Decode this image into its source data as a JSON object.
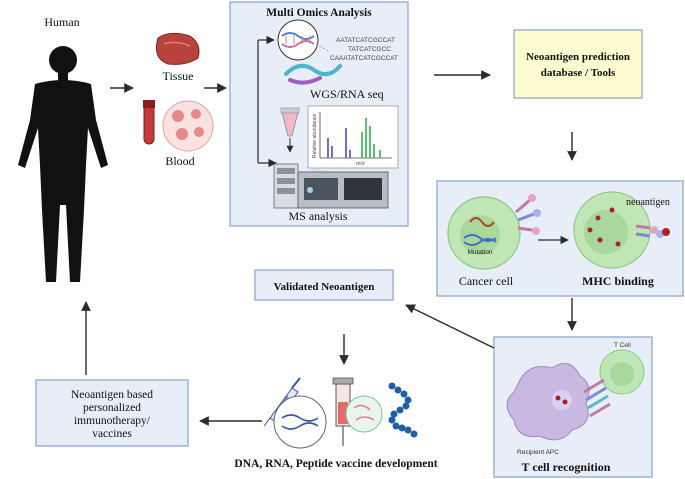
{
  "labels": {
    "human": "Human",
    "tissue": "Tissue",
    "blood": "Blood",
    "multi_omics": "Multi Omics Analysis",
    "wgs": "WGS/RNA seq",
    "ms_analysis": "MS analysis",
    "relative_abundance": "Relative abundance",
    "mz": "m/z",
    "prediction_line1": "Neoantigen prediction",
    "prediction_line2": "database / Tools",
    "neoantigen": "neoantigen",
    "mutation": "Mutation",
    "cancer_cell": "Cancer cell",
    "mhc_binding": "MHC binding",
    "validated": "Validated Neoantigen",
    "t_cell": "T Cell",
    "recipient_apc": "Recipient APC",
    "t_cell_recognition": "T cell recognition",
    "vaccine_dev": "DNA, RNA, Peptide vaccine development",
    "personalized_line1": "Neoantigen based",
    "personalized_line2": "personalized",
    "personalized_line3": "immunotherapy/",
    "personalized_line4": "vaccines",
    "seq1": "AATATCATCGCCAT",
    "seq2": "TATCATCGCC",
    "seq3": "CAAATATCATCGCCAT"
  },
  "colors": {
    "box_fill": "#e8eef8",
    "box_stroke": "#8aa2c8",
    "prediction_fill": "#fdfbd0",
    "arrow": "#2b2b2b",
    "cell_green": "#bfe6b4",
    "apc_purple": "#c9b8df"
  }
}
